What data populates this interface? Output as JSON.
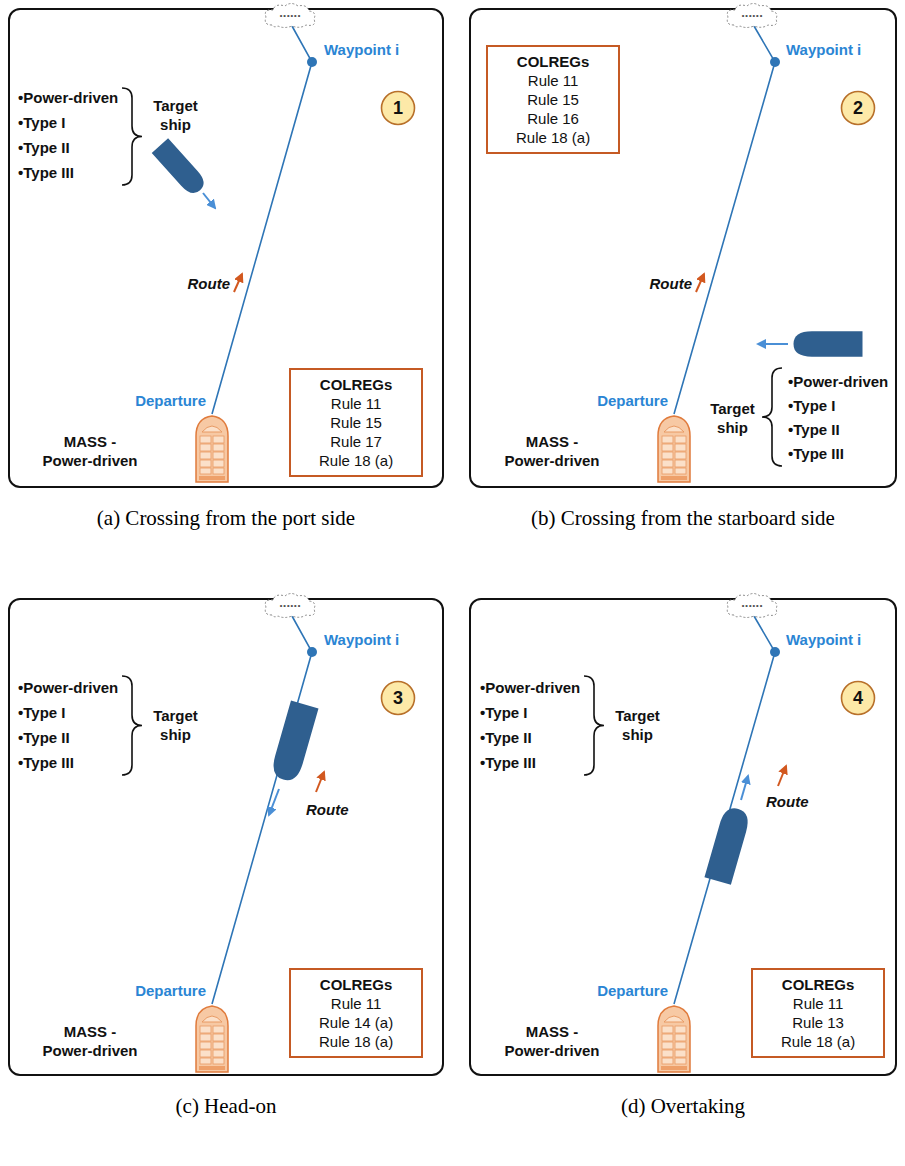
{
  "diagram": {
    "nodes": [
      {
        "text": [
          "(a) Crossing from the port side"
        ]
      },
      {
        "text": [
          "......"
        ],
        "in": 0
      },
      {
        "text": [
          "1"
        ],
        "in": 0
      },
      {
        "text": [
          "COLREGs",
          "Rule 11",
          "Rule 15",
          "Rule 17",
          "Rule 18 (a)"
        ],
        "in": 0
      },
      {
        "text": [
          "(b) Crossing from the starboard side"
        ]
      },
      {
        "text": [
          "......"
        ],
        "in": 4
      },
      {
        "text": [
          "COLREGs",
          "Rule 11",
          "Rule 15",
          "Rule 16",
          "Rule 18 (a)"
        ],
        "in": 4
      },
      {
        "text": [
          "2"
        ],
        "in": 4
      },
      {
        "text": [
          "(c) Head-on"
        ]
      },
      {
        "text": [
          "......"
        ],
        "in": 8
      },
      {
        "text": [
          "3"
        ],
        "in": 8
      },
      {
        "text": [
          "COLREGs",
          "Rule 11",
          "Rule 14 (a)",
          "Rule 18 (a)"
        ],
        "in": 8
      },
      {
        "text": [
          "(d) Overtaking"
        ]
      },
      {
        "text": [
          "......"
        ],
        "in": 12
      },
      {
        "text": [
          "4"
        ],
        "in": 12
      },
      {
        "text": [
          "COLREGs",
          "Rule 11",
          "Rule 13",
          "Rule 18 (a)"
        ],
        "in": 12
      }
    ],
    "labels": [
      "Waypoint i",
      "•Power-driven",
      "•Type I",
      "•Type II",
      "•Type III",
      "Target ship",
      "Route",
      "Departure",
      "MASS - Power-driven",
      "Waypoint i",
      "Route",
      "Target ship",
      "•Power-driven",
      "•Type I",
      "•Type II",
      "•Type III",
      "Departure",
      "MASS - Power-driven",
      "Waypoint i",
      "•Power-driven",
      "•Type I",
      "•Type II",
      "•Type III",
      "Target ship",
      "Route",
      "Departure",
      "MASS - Power-driven",
      "Waypoint i",
      "•Power-driven",
      "•Type I",
      "•Type II",
      "•Type III",
      "Target ship",
      "Route",
      "Departure",
      "MASS - Power-driven"
    ]
  }
}
